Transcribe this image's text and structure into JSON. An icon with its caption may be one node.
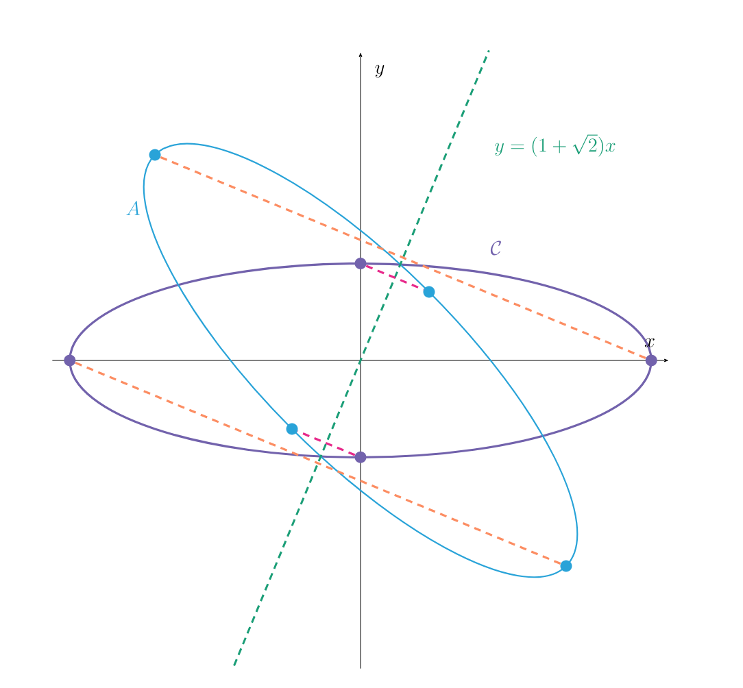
{
  "diagram": {
    "nodes": [
      {
        "text": [],
        "shape": "circle"
      },
      {
        "text": [],
        "shape": "circle"
      },
      {
        "text": [],
        "shape": "circle"
      },
      {
        "text": [],
        "shape": "circle"
      },
      {
        "text": [],
        "shape": "circle"
      },
      {
        "text": [],
        "shape": "circle"
      },
      {
        "text": [],
        "shape": "circle"
      },
      {
        "text": [],
        "shape": "circle"
      }
    ],
    "edges": [
      {
        "from": 0,
        "to": 4,
        "arrow": "none",
        "style": "dashed",
        "color": "#fc8d62"
      },
      {
        "from": 3,
        "to": 7,
        "arrow": "none",
        "style": "dashed",
        "color": "#fc8d62"
      },
      {
        "from": 1,
        "to": 2,
        "arrow": "none",
        "style": "dashed",
        "color": "#e7298a"
      },
      {
        "from": 6,
        "to": 5,
        "arrow": "none",
        "style": "dashed",
        "color": "#e7298a"
      }
    ],
    "labels": [
      "y",
      "y=(1+\\sqrt{2})x",
      "A",
      "\\mathcal{C}",
      "x"
    ]
  }
}
